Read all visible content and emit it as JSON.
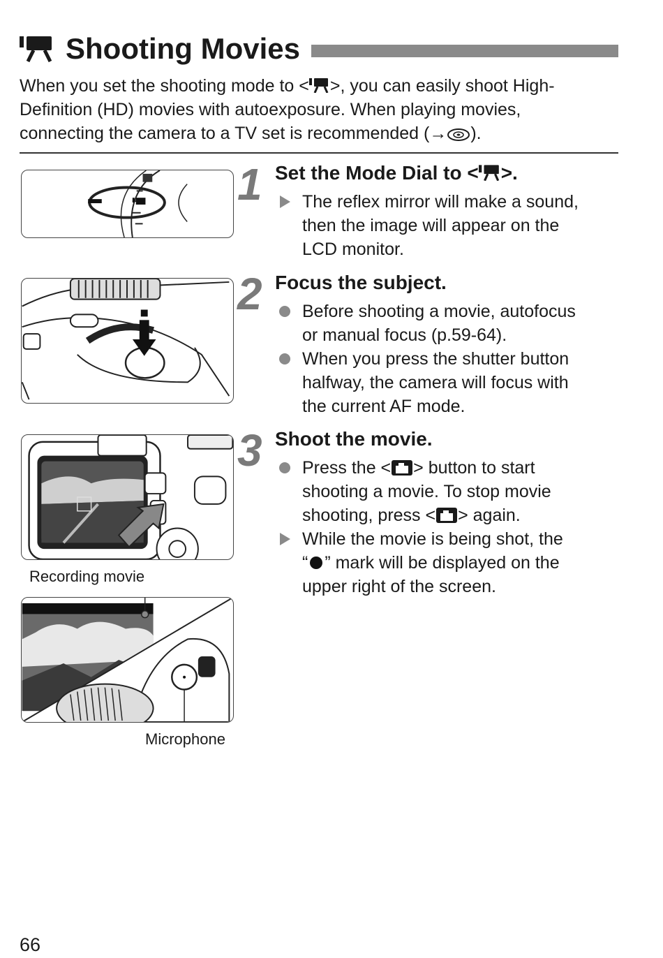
{
  "header": {
    "title": "Shooting Movies",
    "title_icon": "movie-camera-icon"
  },
  "intro": {
    "line1_pre": "When you set the shooting mode to <",
    "line1_post": ">, you can easily shoot High-",
    "line2": "Definition (HD) movies with autoexposure. When playing movies,",
    "line3_pre": "connecting the camera to a TV set is recommended (→",
    "line3_post": ")."
  },
  "steps": [
    {
      "number": "1",
      "title_pre": "Set the Mode Dial to <",
      "title_post": ">.",
      "items": [
        {
          "marker": "triangle",
          "lines": [
            "The reflex mirror will make a sound,",
            "then the image will appear on the",
            "LCD monitor."
          ]
        }
      ]
    },
    {
      "number": "2",
      "title": "Focus the subject.",
      "items": [
        {
          "marker": "dot",
          "lines": [
            "Before shooting a movie, autofocus",
            "or manual focus (p.59-64)."
          ]
        },
        {
          "marker": "dot",
          "lines": [
            "When you press the shutter button",
            "halfway, the camera will focus with",
            "the current AF mode."
          ]
        }
      ]
    },
    {
      "number": "3",
      "title": "Shoot the movie.",
      "items": [
        {
          "marker": "dot",
          "lines_segments": {
            "l1_pre": "Press the <",
            "l1_post": "> button to start",
            "l2": "shooting a movie. To stop movie",
            "l3_pre": "shooting, press <",
            "l3_post": "> again."
          }
        },
        {
          "marker": "triangle",
          "lines_segments": {
            "l1": "While the movie is being shot, the",
            "l2_pre": "“",
            "l2_post": "” mark will be displayed on the",
            "l3": "upper right of the screen."
          }
        }
      ]
    }
  ],
  "figures": {
    "recording_caption": "Recording movie",
    "microphone_caption": "Microphone"
  },
  "footer": {
    "page_number": "66"
  },
  "colors": {
    "text": "#1a1a1a",
    "title_bar": "#8a8a8a",
    "step_number": "#7a7a7a",
    "bullet": "#8a8a8a"
  }
}
